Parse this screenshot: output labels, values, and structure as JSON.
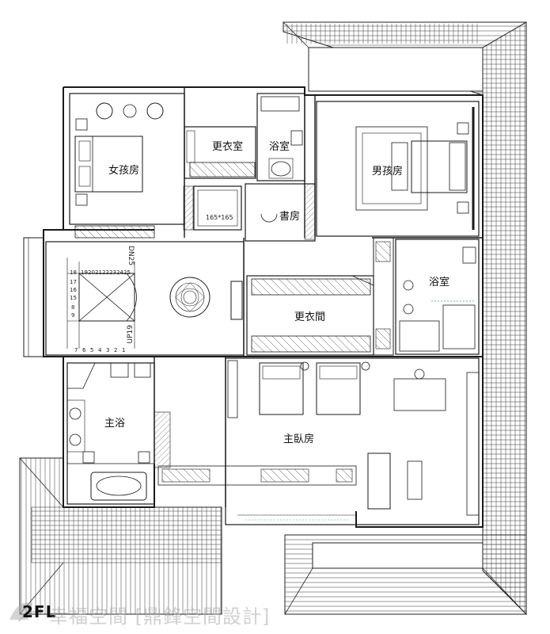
{
  "floor_label": "2FL",
  "watermark": "幸福空間 [鼎鋒空間設計]",
  "rooms": {
    "girls_room": "女孩房",
    "dressing_small": "更衣室",
    "bath_top": "浴室",
    "boys_room": "男孩房",
    "study": "書房",
    "shaft": "165*165",
    "bath_right": "浴室",
    "walkin_closet": "更衣間",
    "master_bath": "主浴",
    "master_bedroom": "主臥房"
  },
  "stair": {
    "down": "DN25",
    "up": "UP19",
    "top_numbers": [
      "18",
      "19",
      "20",
      "21",
      "22",
      "23",
      "24",
      "25"
    ],
    "side_numbers": [
      "17",
      "16",
      "15",
      "8",
      "9"
    ],
    "bottom_numbers": [
      "7",
      "6",
      "5",
      "4",
      "3",
      "2",
      "1"
    ]
  },
  "colors": {
    "line": "#1a1a1a",
    "accent_green": "#3aa35a",
    "watermark": "#aaaaaa"
  }
}
